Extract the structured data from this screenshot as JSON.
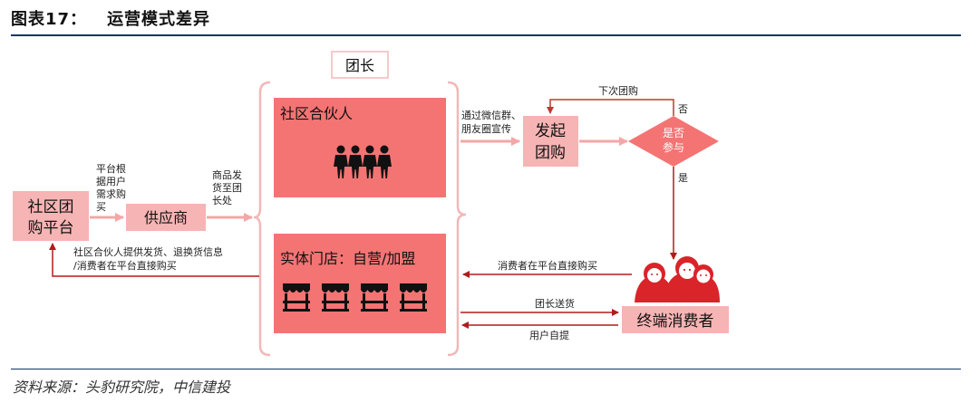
{
  "figure": {
    "number": "图表17：",
    "title": "运营模式差异",
    "source": "资料来源：头豹研究院，中信建投"
  },
  "nodes": {
    "platform": [
      "社区团",
      "购平台"
    ],
    "supplier": "供应商",
    "tuanzhang": "团长",
    "partner": "社区合伙人",
    "store": "实体门店：自营/加盟",
    "group_buy": [
      "发起",
      "团购"
    ],
    "decision": [
      "是否",
      "参与"
    ],
    "consumer": "终端消费者"
  },
  "edges": {
    "platform_to_supplier": [
      "平台根",
      "据用户",
      "需求购",
      "买"
    ],
    "supplier_to_tuanzhang": [
      "商品发",
      "货至团",
      "长处"
    ],
    "back_to_platform": [
      "社区合伙人提供发货、退换货信息",
      "/消费者在平台直接购买"
    ],
    "promote": [
      "通过微信群、",
      "朋友圈宣传"
    ],
    "next_round": "下次团购",
    "no": "否",
    "yes": "是",
    "consumer_buy_direct": "消费者在平台直接购买",
    "delivery": "团长送货",
    "self_pickup": "用户自提"
  },
  "colors": {
    "pink_box": "#f7b4b4",
    "red_box": "#f47474",
    "arrow": "#c0392b",
    "dark_red": "#b01c1c",
    "icon_red": "#d9242a",
    "bracket": "#f2b8b8",
    "rule": "#14356b"
  }
}
